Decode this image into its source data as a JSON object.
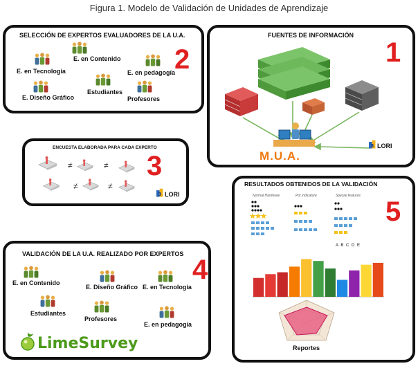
{
  "figure_title": "Figura 1. Modelo de Validación de Unidades de Aprendizaje",
  "panel_experts": {
    "number": "2",
    "title": "SELECCIÓN DE EXPERTOS EVALUADORES DE LA U.A.",
    "roles": {
      "contenido": "E. en Contenido",
      "tecnologia": "E. en Tecnología",
      "pedagogia": "E. en pedagogía",
      "diseno": "E. Diseño Gráfico",
      "estudiantes": "Estudiantes",
      "profesores": "Profesores"
    }
  },
  "panel_sources": {
    "number": "1",
    "title": "FUENTES DE INFORMACIÓN",
    "center_label": "M.U.A.",
    "lori_label": "LORI"
  },
  "panel_survey": {
    "number": "3",
    "title": "ENCUESTA ELABORADA PARA CADA EXPERTO",
    "neq_symbol": "≠",
    "lori_label": "LORI"
  },
  "panel_validation": {
    "number": "4",
    "title": "VALIDACIÓN DE LA U.A. REALIZADO POR EXPERTOS",
    "roles": {
      "contenido": "E. en Contenido",
      "diseno": "E. Diseño Gráfico",
      "tecnologia": "E. en Tecnología",
      "estudiantes": "Estudiantes",
      "profesores": "Profesores",
      "pedagogia": "E. en pedagogía"
    },
    "tool_name": "LimeSurvey"
  },
  "panel_results": {
    "number": "5",
    "title": "RESULTADOS OBTENIDOS DE LA VALIDACIÓN",
    "report_label": "Reportes",
    "col_titles": [
      "Normal Hardware",
      "Por indicatore",
      "Special features"
    ],
    "letters": "A B C D E",
    "bar_values": [
      10,
      12,
      13,
      16,
      20,
      19,
      15,
      9,
      14,
      17,
      18
    ],
    "bar_colors": [
      "#d32f2f",
      "#e53935",
      "#c62828",
      "#f57c00",
      "#fbc02d",
      "#43a047",
      "#2e7d32",
      "#1e88e5",
      "#8e24aa",
      "#fdd835",
      "#e64a19"
    ]
  },
  "colors": {
    "accent_number": "#e02020",
    "mua": "#f07a12",
    "lime": "#4d9a1c"
  }
}
